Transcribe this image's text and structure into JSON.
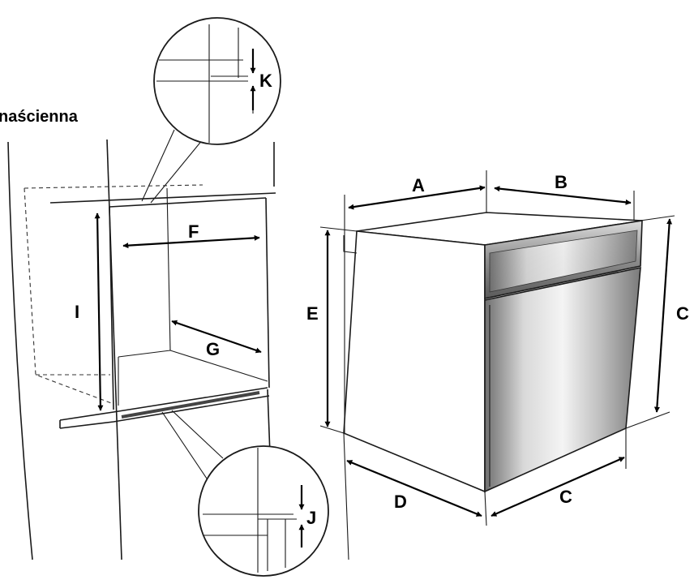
{
  "title": "naścienna",
  "labels": {
    "a": "A",
    "b": "B",
    "c_right": "C",
    "c_bottom": "C",
    "d": "D",
    "e": "E",
    "f": "F",
    "g": "G",
    "i": "I",
    "j": "J",
    "k": "K"
  }
}
